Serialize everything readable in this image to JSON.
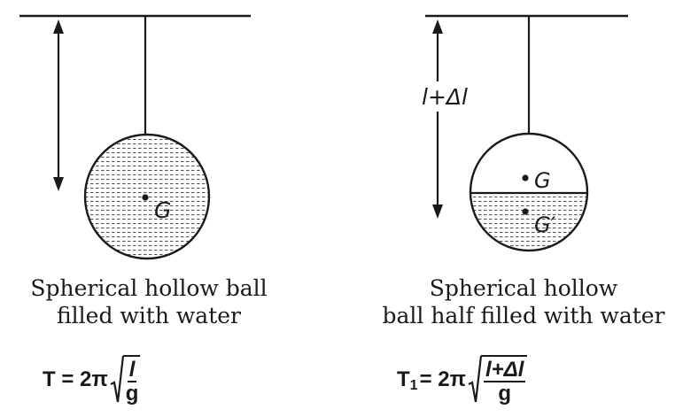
{
  "left": {
    "caption_line1": "Spherical hollow ball",
    "caption_line2": "filled with water",
    "center_label": "G",
    "formula_lhs": "T = 2π",
    "formula_num": "l",
    "formula_den": "g"
  },
  "right": {
    "length_label": "l+Δl",
    "label_g": "G",
    "label_g_prime": "G′",
    "caption_line1": "Spherical hollow",
    "caption_line2": "ball half filled with water",
    "formula_lhs_main": "T",
    "formula_lhs_sub": "1",
    "formula_lhs_rest": "= 2π",
    "formula_num": "l+Δl",
    "formula_den": "g"
  }
}
